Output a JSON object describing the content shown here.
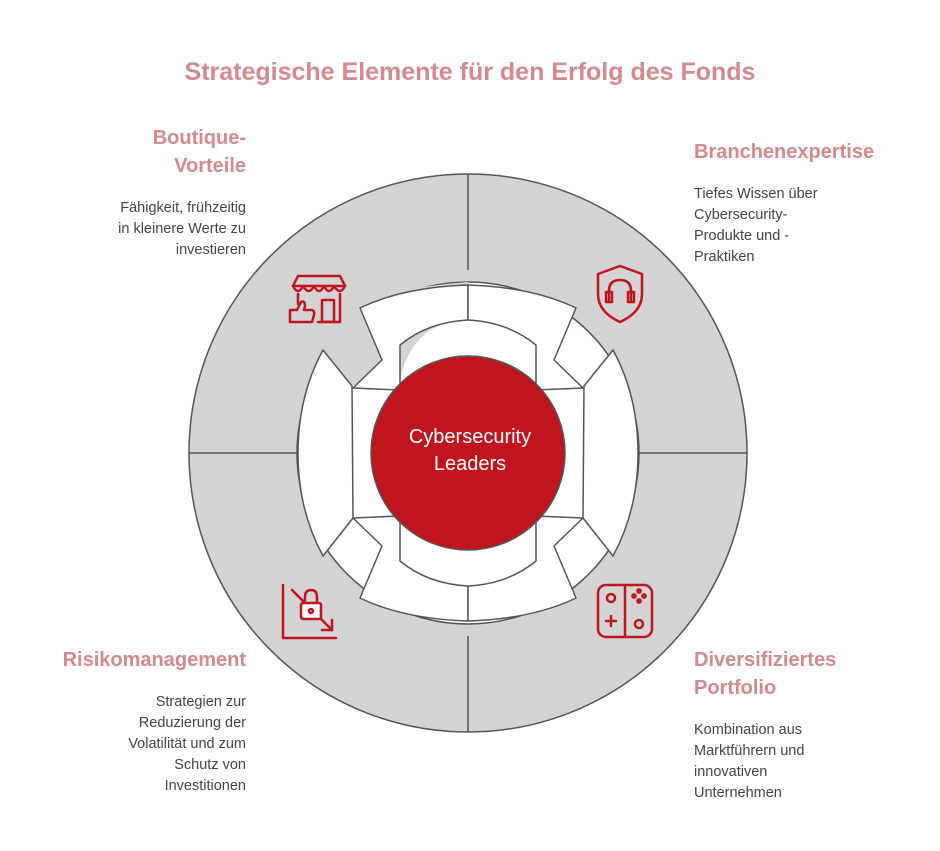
{
  "title": "Strategische Elemente für den Erfolg des Fonds",
  "center": {
    "line1": "Cybersecurity",
    "line2": "Leaders"
  },
  "elements": [
    {
      "heading": [
        "Boutique-",
        "Vorteile"
      ],
      "description": [
        "Fähigkeit, frühzeitig",
        "in kleinere Werte zu",
        "investieren"
      ],
      "icon": "storefront-thumbs-up-icon"
    },
    {
      "heading": [
        "Branchenexpertise"
      ],
      "description": [
        "Tiefes Wissen über",
        "Cybersecurity-",
        "Produkte und -",
        "Praktiken"
      ],
      "icon": "shield-headset-icon"
    },
    {
      "heading": [
        "Risikomanagement"
      ],
      "description": [
        "Strategien zur",
        "Reduzierung der",
        "Volatilität und zum",
        "Schutz von",
        "Investitionen"
      ],
      "icon": "chart-lock-icon"
    },
    {
      "heading": [
        "Diversifiziertes",
        "Portfolio"
      ],
      "description": [
        "Kombination aus",
        "Marktführern und",
        "innovativen",
        "Unternehmen"
      ],
      "icon": "game-controller-icon"
    }
  ],
  "colors": {
    "accent": "#d4898d",
    "hub": "#c0141e",
    "ring": "#d4d4d4",
    "outline": "#555555",
    "icon": "#c0141e",
    "text": "#444444"
  }
}
